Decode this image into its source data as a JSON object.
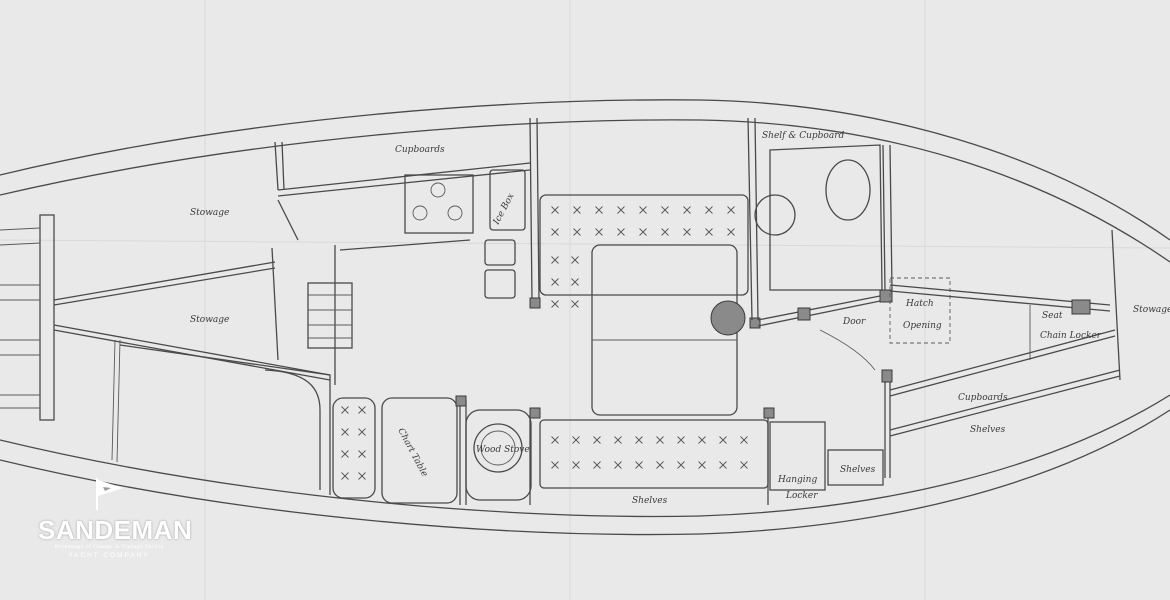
{
  "labels": {
    "cupboards_top": "Cupboards",
    "stowage_upper": "Stowage",
    "stowage_lower": "Stowage",
    "ice_box": "Ice Box",
    "shelf_cupboard": "Shelf & Cupboard",
    "hatch_opening_1": "Hatch",
    "hatch_opening_2": "Opening",
    "door": "Door",
    "chain_locker_1": "Seat",
    "chain_locker_2": "Chain Locker",
    "stowage_bow": "Stowage",
    "cupboards_bottom": "Cupboards",
    "shelves_right": "Shelves",
    "shelves_mid": "Shelves",
    "shelves_bottom": "Shelves",
    "hanging_locker_1": "Hanging",
    "hanging_locker_2": "Locker",
    "chart_table": "Chart Table",
    "wood_stove": "Wood Stove"
  },
  "logo": {
    "brand": "SANDEMAN",
    "tagline": "Brokerage of Classic & Vintage Yachts",
    "sub": "YACHT COMPANY",
    "icon": "flag-icon",
    "color": "#ffffff"
  }
}
